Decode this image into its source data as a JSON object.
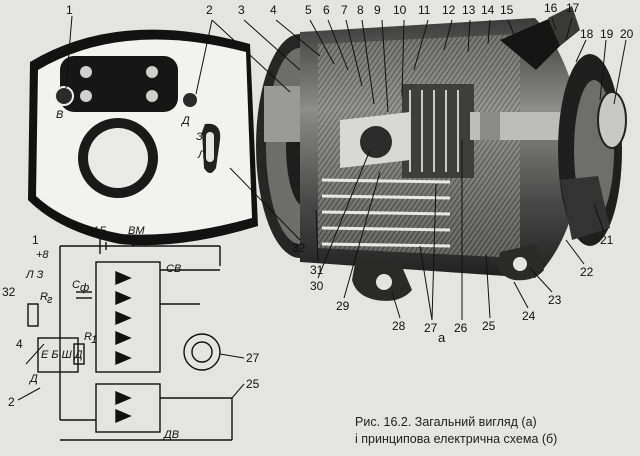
{
  "callouts_top": [
    "1",
    "2",
    "3",
    "4",
    "5",
    "6",
    "7",
    "8",
    "9",
    "10",
    "11",
    "12",
    "13",
    "14",
    "15",
    "16",
    "17",
    "18",
    "19",
    "20"
  ],
  "callouts_right": [
    "21",
    "22",
    "23"
  ],
  "callouts_bottom": [
    "24",
    "25",
    "26",
    "27",
    "28",
    "29",
    "30",
    "31",
    "32"
  ],
  "plate_letters": {
    "b": "В",
    "d": "Д",
    "z": "З",
    "l": "Л"
  },
  "schematic": {
    "battery": "АБ",
    "switch": "ВМ",
    "rectifier_top": "СВ",
    "rectifier_bottom": "ДВ",
    "plus8": "+8",
    "lz": "Л З",
    "rr": "R",
    "rsub": "г",
    "cap": "С",
    "capsub": "ф",
    "r1": "R",
    "r1sub": "1",
    "reg": "Е Б Ш Д",
    "labels_left": {
      "n1": "1",
      "n32": "32",
      "n4": "4",
      "n2": "2",
      "d": "Д"
    },
    "labels_right": {
      "n27": "27",
      "n25": "25"
    }
  },
  "caption_line1": "Рис. 16.2. Загальний вигляд (а)",
  "caption_line2": "і принципова електрична схема (б)",
  "subfigure_a": "а"
}
